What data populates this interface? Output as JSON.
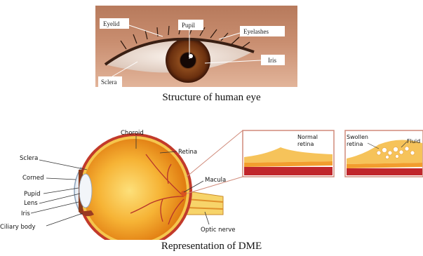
{
  "photo": {
    "labels": {
      "eyelid": "Eyelid",
      "pupil": "Pupil",
      "eyelashes": "Eyelashes",
      "iris": "Iris",
      "sclera": "Sclera"
    },
    "caption": "Structure of human eye"
  },
  "diagram": {
    "labels": {
      "sclera": "Sclera",
      "cornea": "Corned",
      "pupil": "Pupid",
      "lens": "Lens",
      "iris": "Iris",
      "ciliary_body": "Ciliary body",
      "choroid": "Choroid",
      "retina": "Retina",
      "macula": "Macula",
      "optic_nerve": "Optic nerve"
    },
    "insets": {
      "normal_line1": "Normal",
      "normal_line2": "retina",
      "swollen_line1": "Swollen",
      "swollen_line2": "retina",
      "fluid": "Fluid"
    },
    "caption": "Representation of DME"
  },
  "colors": {
    "skin": "#c98a6b",
    "iris": "#7a3b12",
    "eyeball": "#f2a321",
    "retina_band": "#f6c35a",
    "blood": "#c0262b",
    "inset_border": "#d08a7a"
  }
}
